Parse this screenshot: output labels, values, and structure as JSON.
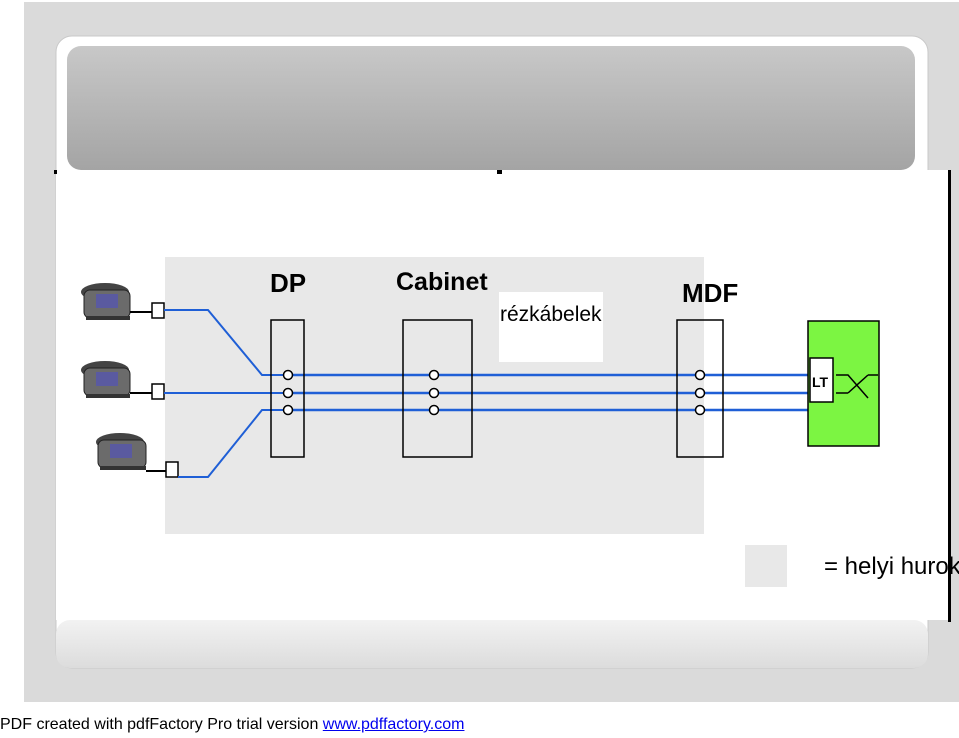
{
  "diagram": {
    "labels": {
      "dp": "DP",
      "cabinet": "Cabinet",
      "rezkabelek": "rézkábelek",
      "mdf": "MDF",
      "lt": "LT",
      "legend": "= helyi hurok"
    }
  },
  "colors": {
    "wire": "#1f5fd6",
    "region": "#e8e8e8",
    "exchange": "#7cf542",
    "frame_outer": "#d9d9d9",
    "header": "#a9a9a9"
  },
  "footer": {
    "prefix": "PDF created with pdfFactory Pro trial version ",
    "link": "www.pdffactory.com"
  }
}
